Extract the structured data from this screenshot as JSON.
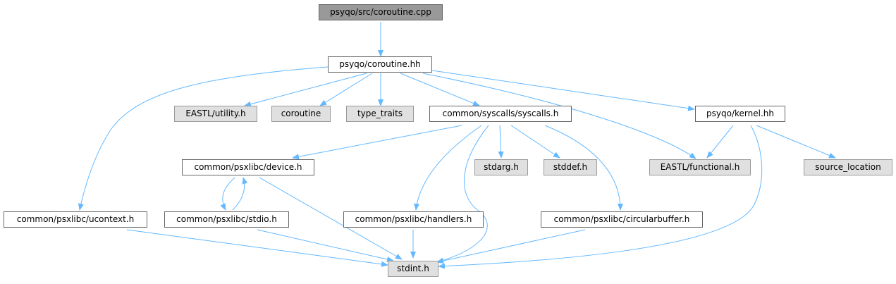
{
  "graph": {
    "colors": {
      "edge": "#63b8ff",
      "internal_fill": "#ffffff",
      "external_fill": "#e0e0e0",
      "root_fill": "#999999",
      "border": "#666666"
    },
    "nodes": {
      "root": "psyqo/src/coroutine.cpp",
      "coroutine_hh": "psyqo/coroutine.hh",
      "eastl_utility": "EASTL/utility.h",
      "coroutine": "coroutine",
      "type_traits": "type_traits",
      "syscalls": "common/syscalls/syscalls.h",
      "kernel": "psyqo/kernel.hh",
      "device": "common/psxlibc/device.h",
      "stdarg": "stdarg.h",
      "stddef": "stddef.h",
      "functional": "EASTL/functional.h",
      "source_location": "source_location",
      "ucontext": "common/psxlibc/ucontext.h",
      "stdio": "common/psxlibc/stdio.h",
      "handlers": "common/psxlibc/handlers.h",
      "circularbuffer": "common/psxlibc/circularbuffer.h",
      "stdint": "stdint.h"
    }
  }
}
